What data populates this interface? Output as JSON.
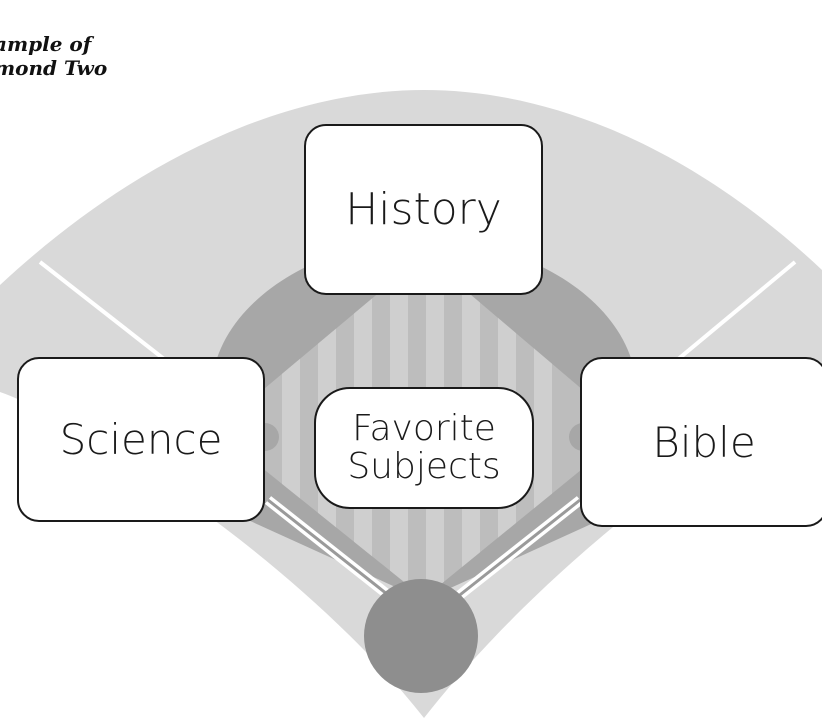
{
  "caption": {
    "line1": "ample of",
    "line2": "mond Two"
  },
  "diagram": {
    "center_label": [
      "Favorite",
      "Subjects"
    ],
    "top_label": "History",
    "left_label": "Science",
    "right_label": "Bible"
  },
  "colors": {
    "background": "#ffffff",
    "outfield": "#d9d9d9",
    "infield_arc": "#a7a7a7",
    "diamond_stripe_dark": "#bdbdbd",
    "diamond_stripe_light": "#cfcfcf",
    "mound": "#8e8e8e",
    "lines": "#ffffff",
    "box_border": "#1a1a1a"
  }
}
